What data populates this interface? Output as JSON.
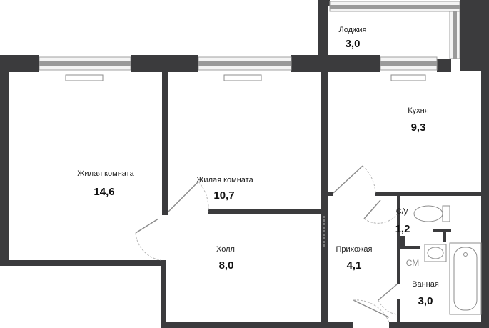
{
  "rooms": {
    "loggia": {
      "name": "Лоджия",
      "area": "3,0"
    },
    "living_left": {
      "name": "Жилая комната",
      "area": "14,6"
    },
    "living_mid": {
      "name": "Жилая комната",
      "area": "10,7"
    },
    "kitchen": {
      "name": "Кухня",
      "area": "9,3"
    },
    "wc": {
      "name": "С/у",
      "area": "1,2"
    },
    "hall": {
      "name": "Холл",
      "area": "8,0"
    },
    "entry": {
      "name": "Прихожая",
      "area": "4,1"
    },
    "bath": {
      "name": "Ванная",
      "area": "3,0"
    }
  },
  "labels": {
    "washing_machine": "СМ"
  },
  "colors": {
    "wall": "#3b3b3d",
    "window": "#9a9a9a",
    "background": "#ffffff"
  }
}
